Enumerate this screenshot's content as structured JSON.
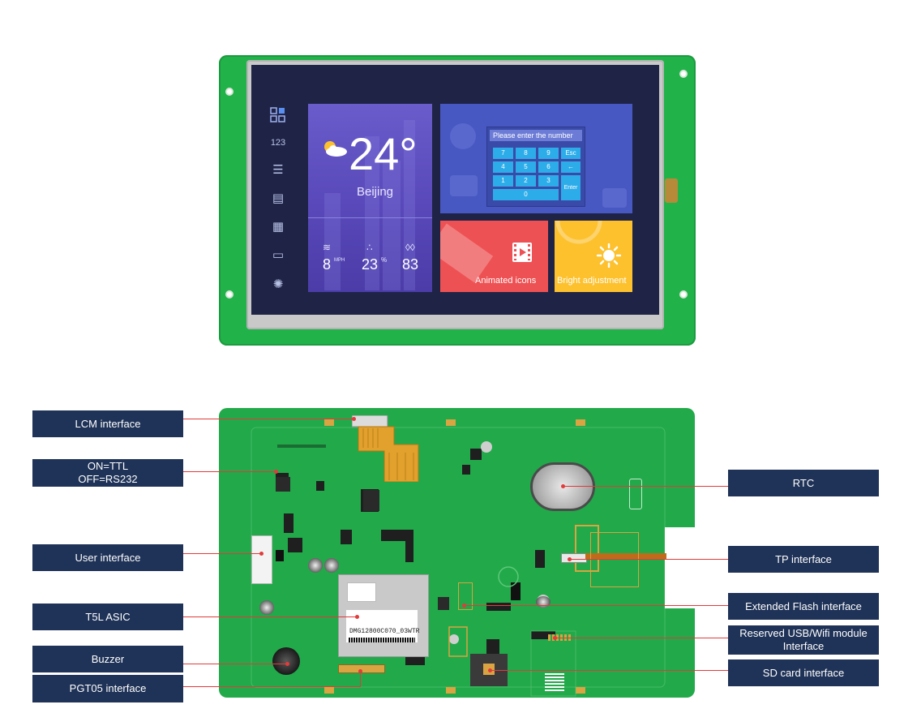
{
  "front_screen": {
    "weather": {
      "temperature": "24°",
      "city": "Beijing",
      "wind_value": "8",
      "wind_unit": "MPH",
      "humidity_value": "23",
      "humidity_unit": "%",
      "rain_value": "83"
    },
    "keypad": {
      "prompt": "Please enter the number",
      "rows": [
        [
          "7",
          "8",
          "9",
          "Esc"
        ],
        [
          "4",
          "5",
          "6",
          "←"
        ],
        [
          "1",
          "2",
          "3",
          "Enter"
        ],
        [
          "0"
        ]
      ]
    },
    "tiles": {
      "animated_label": "Animated icons",
      "bright_label": "Bright adjustment"
    }
  },
  "board": {
    "chip_label": "DMG12800C070_03WTR"
  },
  "callouts": {
    "lcm": "LCM interface",
    "ttl_line1": "ON=TTL",
    "ttl_line2": "OFF=RS232",
    "user": "User interface",
    "t5l": "T5L ASIC",
    "buzzer": "Buzzer",
    "pgt05": "PGT05 interface",
    "rtc": "RTC",
    "tp": "TP interface",
    "flash": "Extended Flash interface",
    "usb_line1": "Reserved USB/Wifi module",
    "usb_line2": "Interface",
    "sd": "SD card interface"
  },
  "colors": {
    "pcb_green": "#21b24a",
    "callout_navy": "#1f3257",
    "leader_red": "#e23b3b"
  }
}
